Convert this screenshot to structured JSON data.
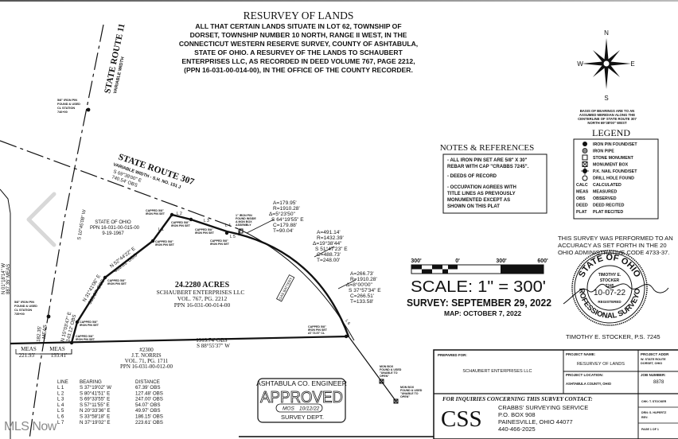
{
  "title": {
    "heading": "RESURVEY OF LANDS",
    "lines": [
      "ALL THAT CERTAIN LANDS SITUATE IN LOT 62, TOWNSHIP OF",
      "DORSET, TOWNSHIP NUMBER 10 NORTH, RANGE II WEST, IN THE",
      "CONNECTICUT WESTERN RESERVE SURVEY, COUNTY OF ASHTABULA,",
      "STATE OF OHIO.  A RESURVEY OF THE LANDS TO SCHAUBERT",
      "ENTERPRISES LLC, AS RECORDED IN DEED VOLUME 767, PAGE 2212,",
      "(PPN 16-031-00-014-00), IN THE OFFICE OF THE COUNTY RECORDER."
    ]
  },
  "compass": {
    "n": "N",
    "s": "S",
    "e": "E",
    "w": "W",
    "basis": [
      "BASIS OF BEARINGS ARE TO AN",
      "ASSUMED MERIDIAN ALONG THE",
      "CENTERLINE OF STATE ROUTE 307",
      "NORTH 69°38'00\" WEST"
    ]
  },
  "legend": {
    "heading": "LEGEND",
    "items": [
      {
        "symbol": "iron-pin-icon",
        "label": "IRON PIN FOUND/SET"
      },
      {
        "symbol": "iron-pipe-icon",
        "label": "IRON PIPE"
      },
      {
        "symbol": "stone-monument-icon",
        "label": "STONE MONUMENT"
      },
      {
        "symbol": "monument-box-icon",
        "label": "MONUMENT BOX"
      },
      {
        "symbol": "pk-nail-icon",
        "label": "P.K. NAIL FOUND/SET"
      },
      {
        "symbol": "drill-hole-icon",
        "label": "DRILL HOLE FOUND"
      },
      {
        "abbr": "CALC",
        "label": "CALCULATED"
      },
      {
        "abbr": "MEAS",
        "label": "MEASURED"
      },
      {
        "abbr": "OBS",
        "label": "OBSERVED"
      },
      {
        "abbr": "DEED",
        "label": "DEED RECITED"
      },
      {
        "abbr": "PLAT",
        "label": "PLAT RECITED"
      }
    ]
  },
  "notes": {
    "heading": "NOTES & REFERENCES",
    "lines": [
      "- ALL IRON PIN SET ARE 5/8\" X 30\"",
      "REBAR WITH CAP \"CRABBS 7245\".",
      "- DEEDS OF RECORD",
      "- OCCUPATION AGREES WITH",
      "TITLE LINES AS PREVIOUSLY",
      "MONUMENTED EXCEPT AS",
      "SHOWN ON THIS PLAT"
    ]
  },
  "accuracy": [
    "THIS SURVEY WAS PERFORMED TO AN",
    "ACCURACY AS SET FORTH IN THE 20",
    "OHIO ADMINISTRATIVE CODE 4733-37."
  ],
  "scale": {
    "ticks": [
      "300'",
      "0'",
      "300'",
      "600'"
    ],
    "label": "SCALE:   1\"  =  300'",
    "survey_date": "SURVEY: SEPTEMBER 29, 2022",
    "map_date": "MAP: OCTOBER 7, 2022"
  },
  "seal": {
    "ring_top": "STATE OF OHIO",
    "ring_bottom": "PROFESSIONAL SURVEYOR",
    "name1": "TIMOTHY E.",
    "name2": "STOCKER",
    "number": "7245",
    "date": "10-07-22",
    "registered": "REGISTERED",
    "signer": "TIMOTHY E. STOCKER, P.S. 7245"
  },
  "plat": {
    "sr11": [
      "STATE ROUTE 11",
      "VARIABLE WIDTH"
    ],
    "sr307": [
      "STATE ROUTE 307",
      "VARIABLE WIDTH - S.H. NO. 151 J"
    ],
    "sr307_bearing": [
      "S 69°38'00\" E",
      "740.54' OBS"
    ],
    "sr11_bearing": "S 10°45'08\" W",
    "left_line": [
      "N 01°18'14\" W",
      "887.35' MEAS"
    ],
    "pin_746": [
      "5/8\" IRON PIN",
      "FOUND & USED",
      "CL STATION",
      "746+00"
    ],
    "pin_735": [
      "5/8\" IRON PIN",
      "FOUND & USED",
      "CL STATION",
      "735+00"
    ],
    "state_of_ohio": [
      "STATE OF OHIO",
      "PPN 16-031-00-015-00",
      "9-19-1967"
    ],
    "capped": [
      "CAPPED 5/8\"",
      "IRON PIN SET"
    ],
    "capped_cl": [
      "CAPPED 5/8\"",
      "IRON PIN SET",
      "AT 73.57' CL"
    ],
    "iron_pin_box": [
      "1\" IRON PIN",
      "FOUND INSIDE",
      "A MON BOX",
      "ASSEMBLY"
    ],
    "curve1": [
      "A=179.95'",
      "R=1910.28'",
      "Δ=5°23'50\"",
      "S 64°19'55\" E",
      "C=179.88'",
      "T=90.04'"
    ],
    "curve2": [
      "A=491.14'",
      "R=1432.39'",
      "Δ=19°38'44\"",
      "S 51°47'23\" E",
      "C=488.73'",
      "T=248.00'"
    ],
    "curve3": [
      "A=266.73'",
      "R=1910.28'",
      "Δ=8°00'00\"",
      "S 37°57'34\" E",
      "C=266.51'",
      "T=133.58'"
    ],
    "seg1": [
      "N 52°44'22\" E",
      "403.61' OBS"
    ],
    "seg2": [
      "N 31°41'06\" E",
      "363.67' OBS"
    ],
    "seg3": [
      "N 15°03'47\" E",
      "143.12' OBS"
    ],
    "meas_a": [
      "182.35'",
      "MEAS"
    ],
    "meas_b": [
      "MEAS",
      "221.93'"
    ],
    "meas_c": [
      "MEAS",
      "193.41'"
    ],
    "parcel": [
      "24.2280 ACRES",
      "SCHAUBERT ENTERPRISES LLC",
      "VOL. 767, PG. 2212",
      "PPN 16-031-00-014-00"
    ],
    "bottom_line": [
      "1919.74' OBS",
      "S 88°55'37\" W"
    ],
    "norris": [
      "#2300",
      "J.T. NORRIS",
      "VOL. 71, PG. 1711",
      "PPN 16-031-00-012-00"
    ],
    "gas": "GAS BATTERY",
    "mon_box": [
      "MON BOX",
      "FOUND & USED",
      "\"UNABLE TO",
      "OPEN\""
    ],
    "line_tags": [
      "L 1",
      "L 2",
      "L 3",
      "L 4",
      "L 5",
      "L 6"
    ]
  },
  "line_table": {
    "headers": [
      "LINE",
      "BEARING",
      "DISTANCE"
    ],
    "rows": [
      [
        "L 1",
        "S 37°19'02\" W",
        "67.39' OBS"
      ],
      [
        "L 2",
        "S 80°41'51\" E",
        "127.48' OBS"
      ],
      [
        "L 3",
        "S 69°33'55\" E",
        "247.00' OBS"
      ],
      [
        "L 4",
        "S 57°11'55\" E",
        "54.07' OBS"
      ],
      [
        "L 5",
        "N 20°33'36\" E",
        "49.97' OBS"
      ],
      [
        "L 6",
        "S 33°58'18\" E",
        "186.15' OBS"
      ],
      [
        "L 7",
        "N 37°19'02\" E",
        "223.61' OBS"
      ]
    ]
  },
  "stamp": {
    "top": "ASHTABULA CO. ENGINEER",
    "word": "APPROVED",
    "initials": "MOS",
    "date": "10/12/22",
    "bottom": "SURVEY DEPT."
  },
  "title_block": {
    "prepared_for_label": "PREPARED FOR:",
    "prepared_for": "SCHAUBERT ENTERPRISES LLC",
    "project_name_label": "PROJECT NAME:",
    "project_name": "RESURVEY OF LANDS",
    "project_location_label": "PROJECT LOCATION:",
    "project_location": "ASHTABULA COUNTY, OHIO",
    "project_address_label": "PROJECT ADDR",
    "project_address": [
      "W. STATE ROUTE",
      "DORSET, OHIO"
    ],
    "job_number_label": "JOB NUMBER:",
    "job_number": "8878",
    "inquiries": "FOR INQUIRIES CONCERNING THIS SURVEY CONTACT:",
    "logo": "CSS",
    "company": [
      "CRABBS' SURVEYING SERVICE",
      "P.O. BOX 908",
      "PAINESVILLE, OHIO 44077",
      "440-466-2025"
    ],
    "chk": "CHK: T. STOCKER",
    "drn": [
      "DRN: S. HUPERTZ",
      "REV:"
    ],
    "page": "PAGE 1 OF 1"
  },
  "watermark": "MLS Now",
  "colors": {
    "ink": "#111111",
    "paper": "#ffffff",
    "watermark": "#8a8a8a"
  }
}
